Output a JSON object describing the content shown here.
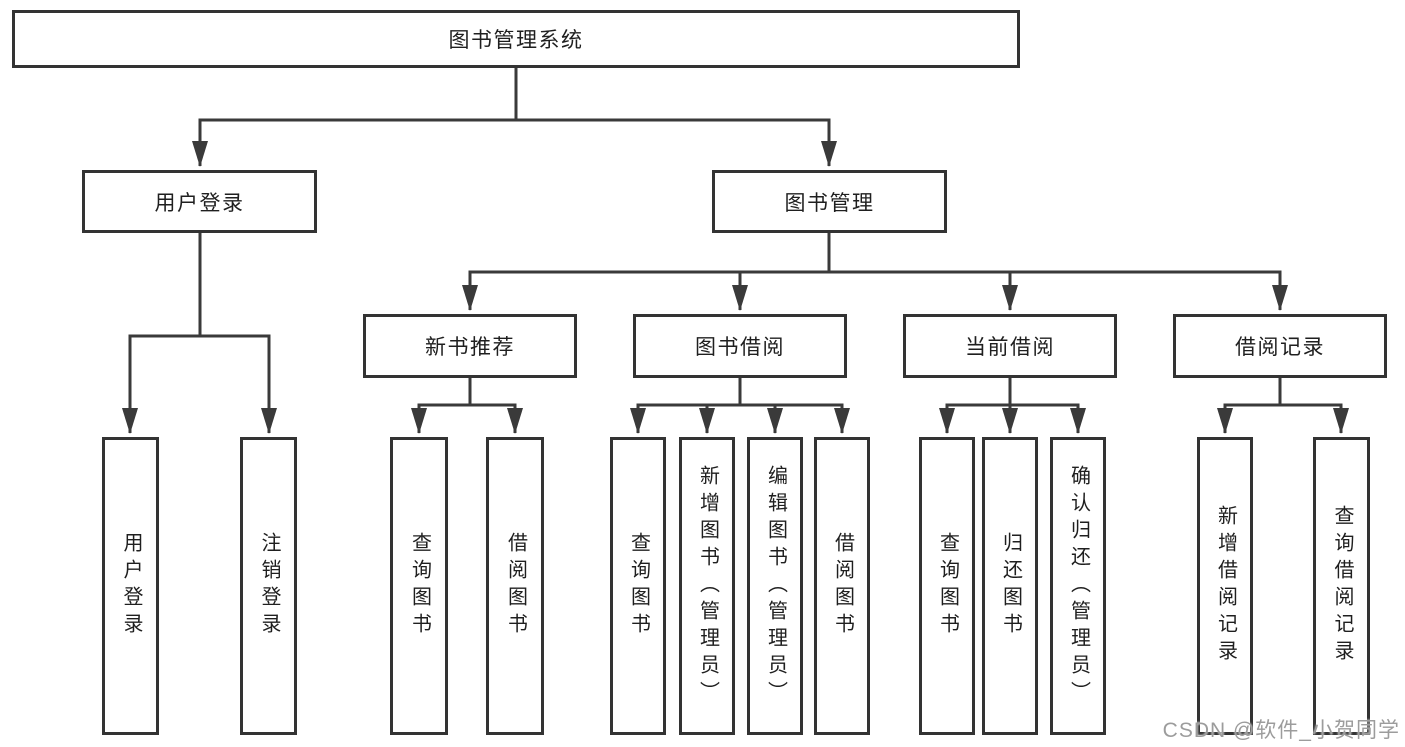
{
  "colors": {
    "background": "#ffffff",
    "box_border": "#333333",
    "connector": "#3a3a3a",
    "text": "#1f1f1f",
    "watermark": "#9c9c9c"
  },
  "watermark": "CSDN @软件_小贺同学",
  "nodes": {
    "root": {
      "label": "图书管理系统"
    },
    "l2": [
      {
        "label": "用户登录"
      },
      {
        "label": "图书管理"
      }
    ],
    "l3": [
      {
        "label": "新书推荐"
      },
      {
        "label": "图书借阅"
      },
      {
        "label": "当前借阅"
      },
      {
        "label": "借阅记录"
      }
    ],
    "leaves": [
      {
        "label": "用户登录"
      },
      {
        "label": "注销登录"
      },
      {
        "label": "查询图书"
      },
      {
        "label": "借阅图书"
      },
      {
        "label": "查询图书"
      },
      {
        "label": "新增图书（管理员）"
      },
      {
        "label": "编辑图书（管理员）"
      },
      {
        "label": "借阅图书"
      },
      {
        "label": "查询图书"
      },
      {
        "label": "归还图书"
      },
      {
        "label": "确认归还（管理员）"
      },
      {
        "label": "新增借阅记录"
      },
      {
        "label": "查询借阅记录"
      }
    ]
  }
}
